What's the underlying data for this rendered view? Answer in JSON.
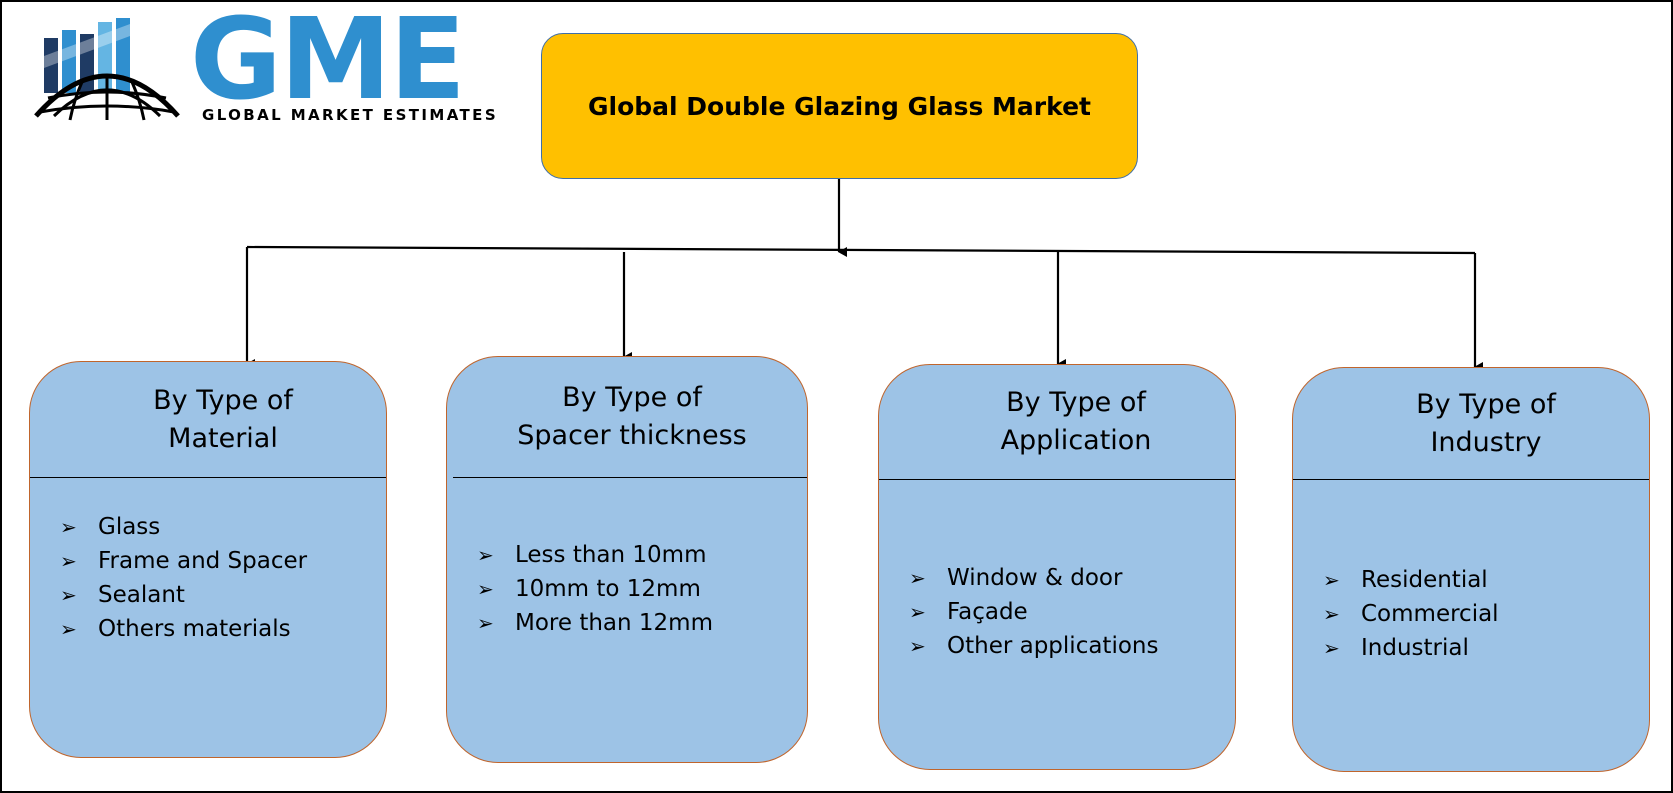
{
  "logo": {
    "letters": "GME",
    "tagline": "GLOBAL MARKET ESTIMATES",
    "emblem_icon": "globe-bar-chart-icon",
    "colors": {
      "primary": "#2f8fcf",
      "dark": "#1f3b64",
      "light": "#64b5e3"
    }
  },
  "title": "Global Double Glazing Glass Market",
  "colors": {
    "title_fill": "#ffc000",
    "card_fill": "#9dc3e6",
    "card_border": "#c0652c",
    "connector": "#000000"
  },
  "categories": [
    {
      "title_line1": "By Type of",
      "title_line2": "Material",
      "items": [
        "Glass",
        "Frame and Spacer",
        "Sealant",
        "Others materials"
      ]
    },
    {
      "title_line1": "By Type of",
      "title_line2": "Spacer thickness",
      "items": [
        "Less than 10mm",
        "10mm to 12mm",
        "More than 12mm"
      ]
    },
    {
      "title_line1": "By Type of",
      "title_line2": "Application",
      "items": [
        "Window & door",
        "Façade",
        "Other applications"
      ]
    },
    {
      "title_line1": "By Type of",
      "title_line2": "Industry",
      "items": [
        "Residential",
        "Commercial",
        "Industrial"
      ]
    }
  ],
  "bullet_symbol": "➢"
}
